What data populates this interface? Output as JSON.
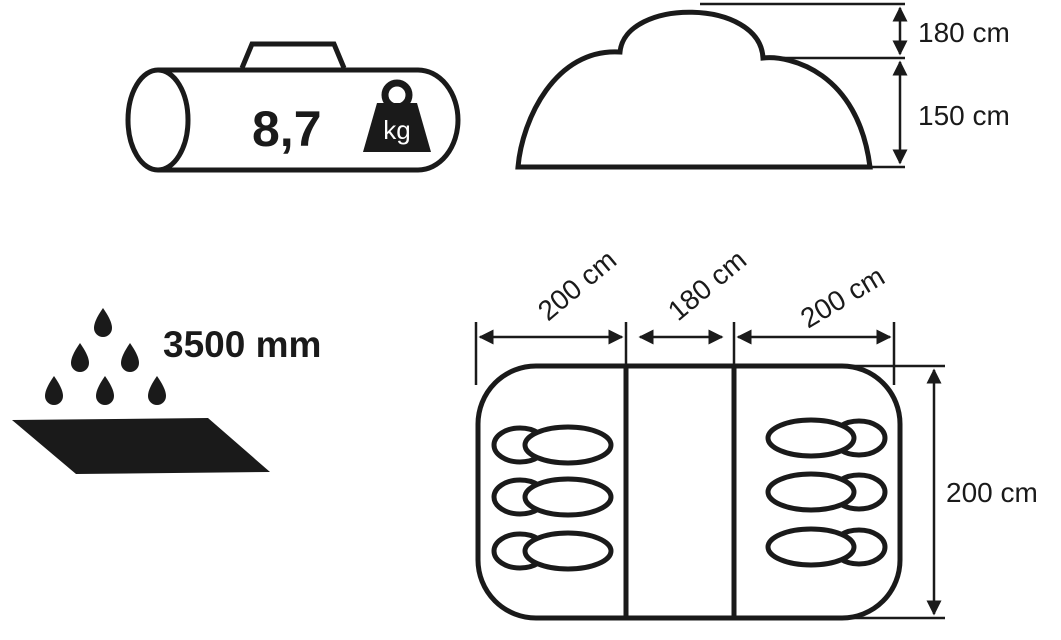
{
  "bag": {
    "weight": "8,7",
    "unit": "kg"
  },
  "tent_height": {
    "upper": "180 cm",
    "lower": "150 cm"
  },
  "waterproof": {
    "rating": "3500 mm"
  },
  "floor_plan": {
    "widths": [
      "200 cm",
      "180 cm",
      "200 cm"
    ],
    "depth": "200 cm"
  },
  "colors": {
    "line": "#1a1a1a",
    "background": "#ffffff"
  }
}
